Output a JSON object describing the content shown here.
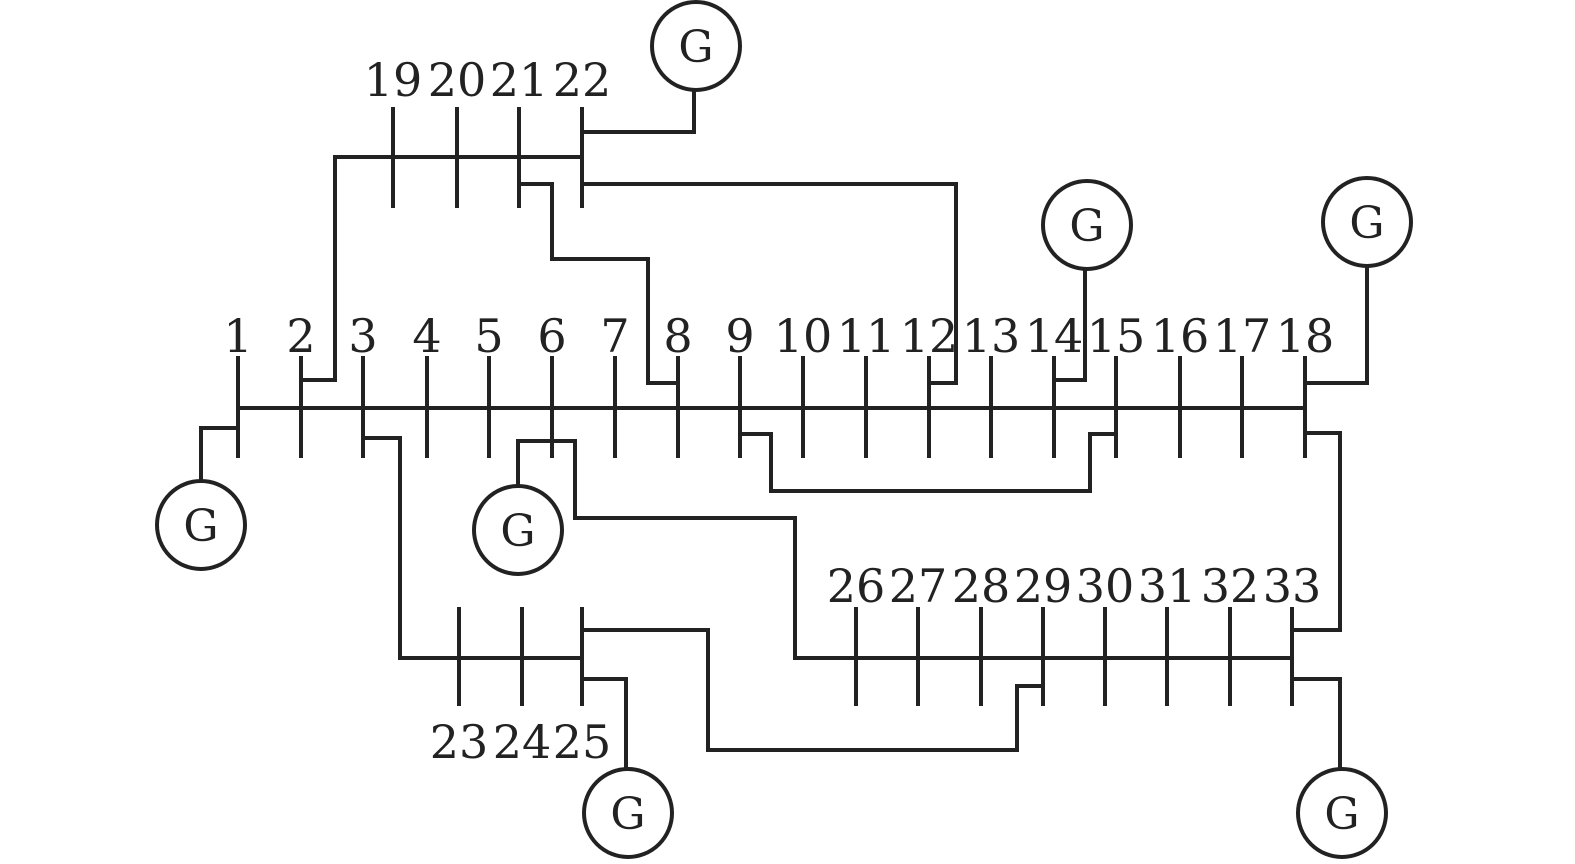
{
  "diagram": {
    "buses": [
      {
        "id": "1",
        "label": "1"
      },
      {
        "id": "2",
        "label": "2"
      },
      {
        "id": "3",
        "label": "3"
      },
      {
        "id": "4",
        "label": "4"
      },
      {
        "id": "5",
        "label": "5"
      },
      {
        "id": "6",
        "label": "6"
      },
      {
        "id": "7",
        "label": "7"
      },
      {
        "id": "8",
        "label": "8"
      },
      {
        "id": "9",
        "label": "9"
      },
      {
        "id": "10",
        "label": "10"
      },
      {
        "id": "11",
        "label": "11"
      },
      {
        "id": "12",
        "label": "12"
      },
      {
        "id": "13",
        "label": "13"
      },
      {
        "id": "14",
        "label": "14"
      },
      {
        "id": "15",
        "label": "15"
      },
      {
        "id": "16",
        "label": "16"
      },
      {
        "id": "17",
        "label": "17"
      },
      {
        "id": "18",
        "label": "18"
      },
      {
        "id": "19",
        "label": "19"
      },
      {
        "id": "20",
        "label": "20"
      },
      {
        "id": "21",
        "label": "21"
      },
      {
        "id": "22",
        "label": "22"
      },
      {
        "id": "23",
        "label": "23"
      },
      {
        "id": "24",
        "label": "24"
      },
      {
        "id": "25",
        "label": "25"
      },
      {
        "id": "26",
        "label": "26"
      },
      {
        "id": "27",
        "label": "27"
      },
      {
        "id": "28",
        "label": "28"
      },
      {
        "id": "29",
        "label": "29"
      },
      {
        "id": "30",
        "label": "30"
      },
      {
        "id": "31",
        "label": "31"
      },
      {
        "id": "32",
        "label": "32"
      },
      {
        "id": "33",
        "label": "33"
      }
    ],
    "generators": [
      {
        "bus": "1",
        "label": "G"
      },
      {
        "bus": "6",
        "label": "G"
      },
      {
        "bus": "14",
        "label": "G"
      },
      {
        "bus": "18",
        "label": "G"
      },
      {
        "bus": "22",
        "label": "G"
      },
      {
        "bus": "25",
        "label": "G"
      },
      {
        "bus": "33",
        "label": "G"
      }
    ],
    "tie_lines": [
      {
        "from": "2",
        "to": "19"
      },
      {
        "from": "21",
        "to": "8"
      },
      {
        "from": "22",
        "to": "12"
      },
      {
        "from": "3",
        "to": "23"
      },
      {
        "from": "6",
        "to": "26"
      },
      {
        "from": "9",
        "to": "15"
      },
      {
        "from": "25",
        "to": "29"
      },
      {
        "from": "18",
        "to": "33"
      }
    ]
  }
}
